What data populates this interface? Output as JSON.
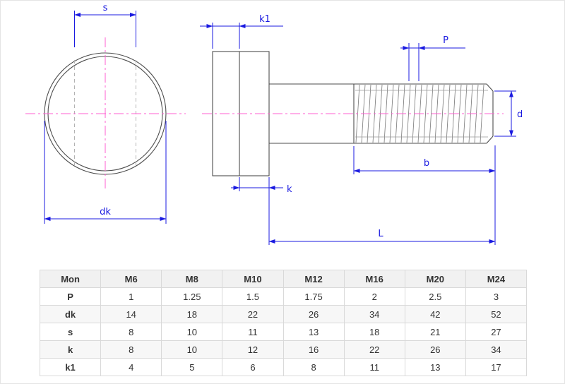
{
  "drawing": {
    "labels": {
      "s": "s",
      "dk": "dk",
      "k1": "k1",
      "k": "k",
      "P": "P",
      "d": "d",
      "b": "b",
      "L": "L"
    }
  },
  "table": {
    "headers": [
      "Mon",
      "M6",
      "M8",
      "M10",
      "M12",
      "M16",
      "M20",
      "M24"
    ],
    "rows": [
      {
        "label": "P",
        "values": [
          "1",
          "1.25",
          "1.5",
          "1.75",
          "2",
          "2.5",
          "3"
        ]
      },
      {
        "label": "dk",
        "values": [
          "14",
          "18",
          "22",
          "26",
          "34",
          "42",
          "52"
        ]
      },
      {
        "label": "s",
        "values": [
          "8",
          "10",
          "11",
          "13",
          "18",
          "21",
          "27"
        ]
      },
      {
        "label": "k",
        "values": [
          "8",
          "10",
          "12",
          "16",
          "22",
          "26",
          "34"
        ]
      },
      {
        "label": "k1",
        "values": [
          "4",
          "5",
          "6",
          "8",
          "11",
          "13",
          "17"
        ]
      }
    ]
  },
  "colors": {
    "dim-color": "#1a1ae0",
    "line-color": "#4d4d4d",
    "center-color": "#ff5fd0",
    "hidden-color": "#b3b3b3"
  }
}
